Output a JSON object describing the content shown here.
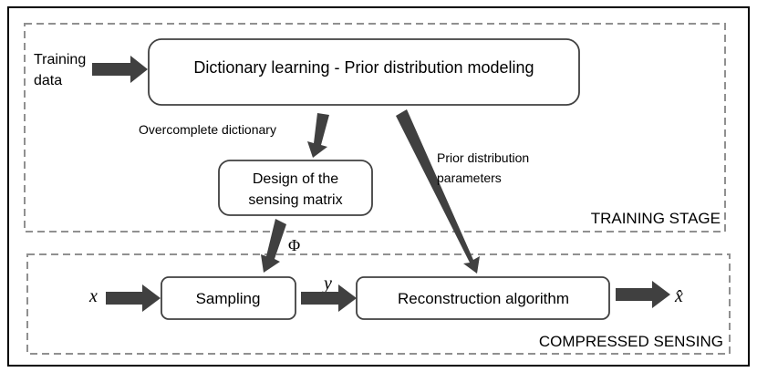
{
  "colors": {
    "arrow": "#404040",
    "frame": "#000000",
    "dashed_border": "#909090",
    "box_border": "#404040",
    "background": "#ffffff"
  },
  "training_stage": {
    "label": "TRAINING STAGE",
    "input_label_line1": "Training",
    "input_label_line2": "data",
    "dictionary_box": "Dictionary learning - Prior distribution modeling",
    "overcomplete_label": "Overcomplete  dictionary",
    "design_box_line1": "Design of the",
    "design_box_line2": "sensing matrix",
    "prior_label_line1": "Prior distribution",
    "prior_label_line2": "parameters"
  },
  "compressed_sensing": {
    "label": "COMPRESSED SENSING",
    "input_symbol": "x",
    "phi_symbol": "Φ",
    "y_symbol": "y",
    "sampling_box": "Sampling",
    "reconstruction_box": "Reconstruction algorithm",
    "output_symbol": "x̂"
  }
}
